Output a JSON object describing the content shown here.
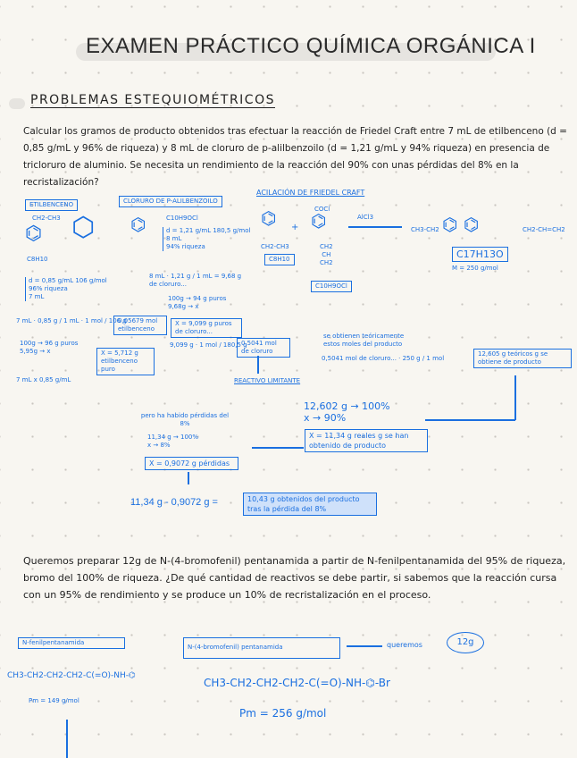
{
  "title": "EXAMEN PRÁCTICO QUÍMICA ORGÁNICA I",
  "section": "PROBLEMAS ESTEQUIOMÉTRICOS",
  "problem1": {
    "statement": "Calcular los gramos de producto obtenidos tras efectuar la reacción de Friedel Craft entre 7 mL de etilbenceno (d = 0,85 g/mL y 96% de riqueza) y 8 mL de cloruro de p-alilbenzoilo (d = 1,21 g/mL y 94% riqueza) en presencia de tricloruro de aluminio. Se necesita un rendimiento de la reacción del 90% con unas pérdidas del 8% en la recristalización?",
    "etilbenceno_label": "ETILBENCENO",
    "cloruro_label": "CLORURO DE P-ALILBENZOILO",
    "acilacion_label": "ACILACIÓN DE FRIEDEL CRAFT",
    "etil_substituent": "CH2-CH3",
    "etil_formula": "C8H10",
    "etil_data": [
      "d = 0,85 g/mL   106 g/mol",
      "96% riqueza",
      "7 mL"
    ],
    "cloruro_formula": "C10H9OCl",
    "cloruro_data": [
      "d = 1,21 g/mL   180,5 g/mol",
      "8 mL",
      "94% riqueza"
    ],
    "etil_calc": "7 mL · 0,85 g / 1 mL · 1 mol / 106 g",
    "etil_mol": "0,05679 mol etilbenceno",
    "etil_pure": [
      "100g → 96 g puros",
      "5,95g → x"
    ],
    "etil_pure_result": "X = 5,712 g etilbenceno puro",
    "etil_footnote": "7 mL x 0,85 g/mL",
    "cloruro_calc": "8 mL · 1,21 g / 1 mL = 9,68 g de cloruro...",
    "cloruro_pure": [
      "100g → 94 g puros",
      "9,68g → x"
    ],
    "cloruro_pure_result": "X = 9,099 g puros de cloruro...",
    "cloruro_mol_calc": "9,099 g · 1 mol / 180,5 g",
    "cloruro_mol": "0,5041 mol de cloruro",
    "reactivo_limitante": "REACTIVO LIMITANTE",
    "catalyst": "AlCl3",
    "plus": "+",
    "product_left": "CH3-CH2",
    "product_right": "CH2-CH=CH2",
    "product_formula": "C17H13O",
    "product_mass": "M = 250 g/mol",
    "reagent2_sub": [
      "CH2",
      "CH",
      "CH2"
    ],
    "reagent2_top": "COCl",
    "teorico_note": "se obtienen teóricamente estos moles del producto",
    "teorico_calc": "0,5041 mol de cloruro... · 250 g / 1 mol",
    "teorico_result": "12,605 g teóricos g se obtiene de producto",
    "rend": [
      "12,602 g → 100%",
      "x → 90%"
    ],
    "rend_result": "X = 11,34 g reales g se han obtenido de producto",
    "perdidas_note": "pero ha habido pérdidas del 8%",
    "perdidas": [
      "11,34 g → 100%",
      "x → 8%"
    ],
    "perdidas_result": "X = 0,9072 g pérdidas",
    "final_calc": "11,34 g - 0,9072 g =",
    "final_result": "10,43 g obtenidos del producto tras la pérdida del 8%"
  },
  "problem2": {
    "statement": "Queremos preparar 12g de N-(4-bromofenil) pentanamida a partir de N-fenilpentanamida del 95% de riqueza, bromo del 100% de riqueza. ¿De qué cantidad de reactivos se debe partir, si sabemos que la reacción cursa con un 95% de rendimiento y se produce un 10% de recristalización en el proceso.",
    "reactant_label": "N-fenilpentanamida",
    "reactant_formula": "CH3-CH2-CH2-CH2-C(=O)-NH-⌬",
    "reactant_mass": "Pm = 149 g/mol",
    "product_label": "N-(4-bromofenil) pentanamida",
    "arrow_text": "queremos",
    "target": "12g",
    "product_formula": "CH3-CH2-CH2-CH2-C(=O)-NH-⌬-Br",
    "product_mass": "Pm = 256 g/mol"
  },
  "colors": {
    "ink_blue": "#1a6fe0",
    "highlight": "#f7ef9a",
    "background": "#f8f6f1"
  }
}
